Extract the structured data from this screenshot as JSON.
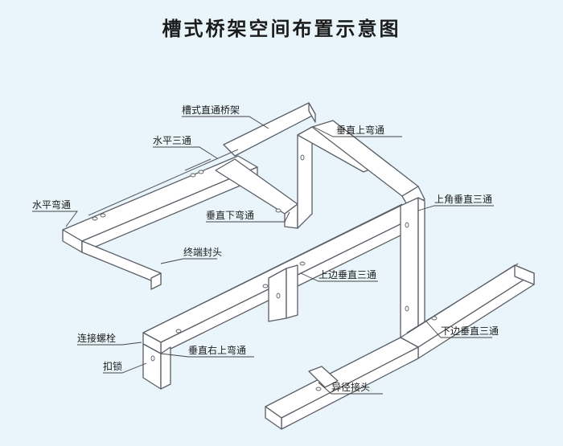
{
  "title": "槽式桥架空间布置示意图",
  "labels": {
    "straight": "槽式直通桥架",
    "tee_h": "水平三通",
    "elbow_up": "垂直上弯通",
    "elbow_h": "水平弯通",
    "elbow_down": "垂直下弯通",
    "corner_tee": "上角垂直三通",
    "end_cap": "终端封头",
    "top_side_tee": "上边垂直三通",
    "bolt": "连接螺栓",
    "right_up_elbow": "垂直右上弯通",
    "lower_side_tee": "下边垂直三通",
    "buckle": "扣锁",
    "reducer": "异径接头"
  },
  "colors": {
    "background": "#e9f5fb",
    "tray_fill": "#ffffff",
    "stroke": "#5a5e66",
    "text": "#1c1c1c"
  }
}
